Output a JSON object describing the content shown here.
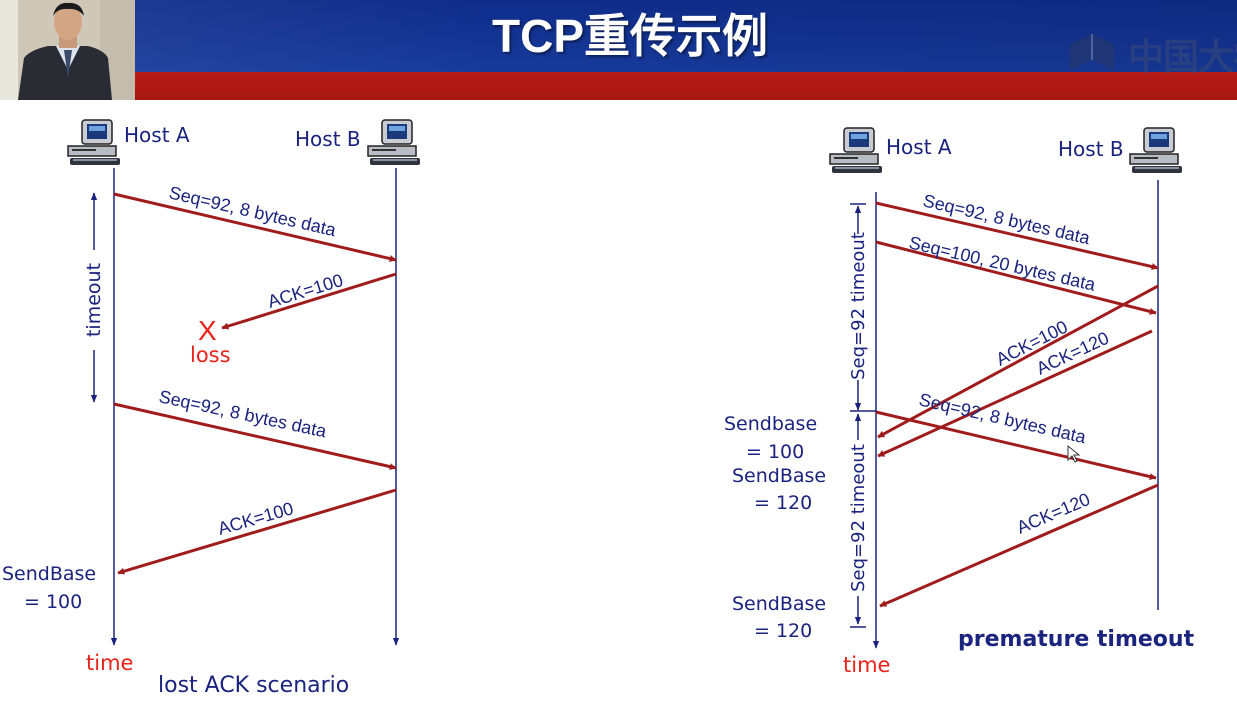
{
  "title": "TCP重传示例",
  "logo_text": "中国大学",
  "left": {
    "host_a": "Host A",
    "host_b": "Host B",
    "timeout": "timeout",
    "seg1": "Seq=92, 8 bytes data",
    "ack1": "ACK=100",
    "loss_mark": "X",
    "loss": "loss",
    "seg2": "Seq=92, 8 bytes data",
    "ack2": "ACK=100",
    "sendbase_1": "SendBase",
    "sendbase_2": "= 100",
    "time": "time",
    "caption": "lost ACK scenario"
  },
  "right": {
    "host_a": "Host A",
    "host_b": "Host B",
    "timeout_1": "Seq=92 timeout",
    "timeout_2": "Seq=92 timeout",
    "seg1": "Seq=92, 8 bytes data",
    "seg2": "Seq=100, 20 bytes data",
    "ack1": "ACK=100",
    "ack2": "ACK=120",
    "seg3": "Seq=92, 8 bytes data",
    "ack3": "ACK=120",
    "sendbase_a1": "Sendbase",
    "sendbase_a2": "= 100",
    "sendbase_b1": "SendBase",
    "sendbase_b2": "= 120",
    "sendbase_c1": "SendBase",
    "sendbase_c2": "= 120",
    "time": "time",
    "caption": "premature timeout"
  },
  "colors": {
    "arrow": "#a01c1c",
    "line": "#1a237e",
    "accent_red": "#e8231a"
  }
}
